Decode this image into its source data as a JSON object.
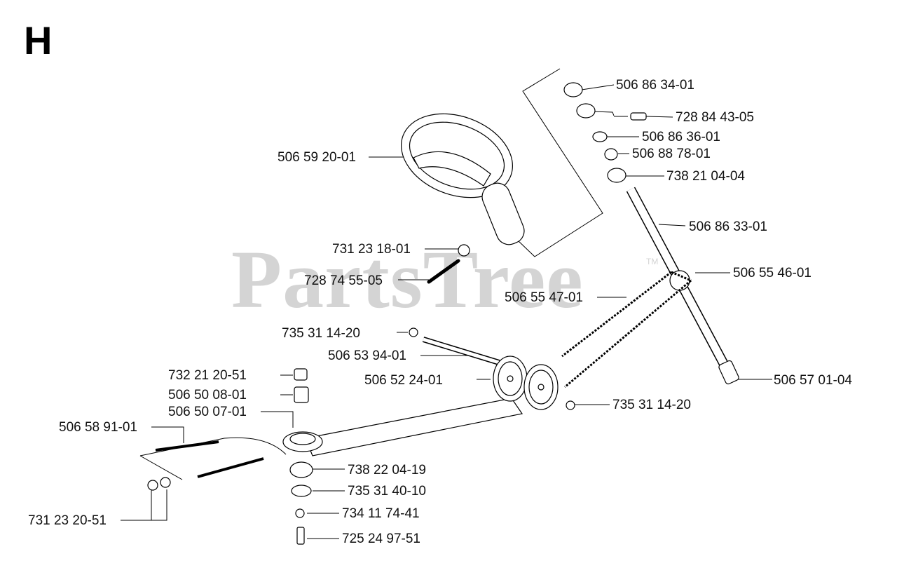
{
  "section_letter": "H",
  "watermark": {
    "text": "PartsTree",
    "mark": "TM"
  },
  "parts": {
    "p1": "506 86 34-01",
    "p2": "728 84 43-05",
    "p3": "506 86 36-01",
    "p4": "506 88 78-01",
    "p5": "738 21 04-04",
    "p6": "506 59 20-01",
    "p7": "506 86 33-01",
    "p8": "731 23 18-01",
    "p9": "506 55 46-01",
    "p10": "728 74 55-05",
    "p11": "506 55 47-01",
    "p12": "735 31 14-20",
    "p13": "506 53 94-01",
    "p14": "732 21 20-51",
    "p15": "506 52 24-01",
    "p16": "506 57 01-04",
    "p17": "506 50 08-01",
    "p18": "735 31 14-20",
    "p19": "506 50 07-01",
    "p20": "506 58 91-01",
    "p21": "738 22 04-19",
    "p22": "735 31 40-10",
    "p23": "734 11 74-41",
    "p24": "731 23 20-51",
    "p25": "725 24 97-51"
  }
}
